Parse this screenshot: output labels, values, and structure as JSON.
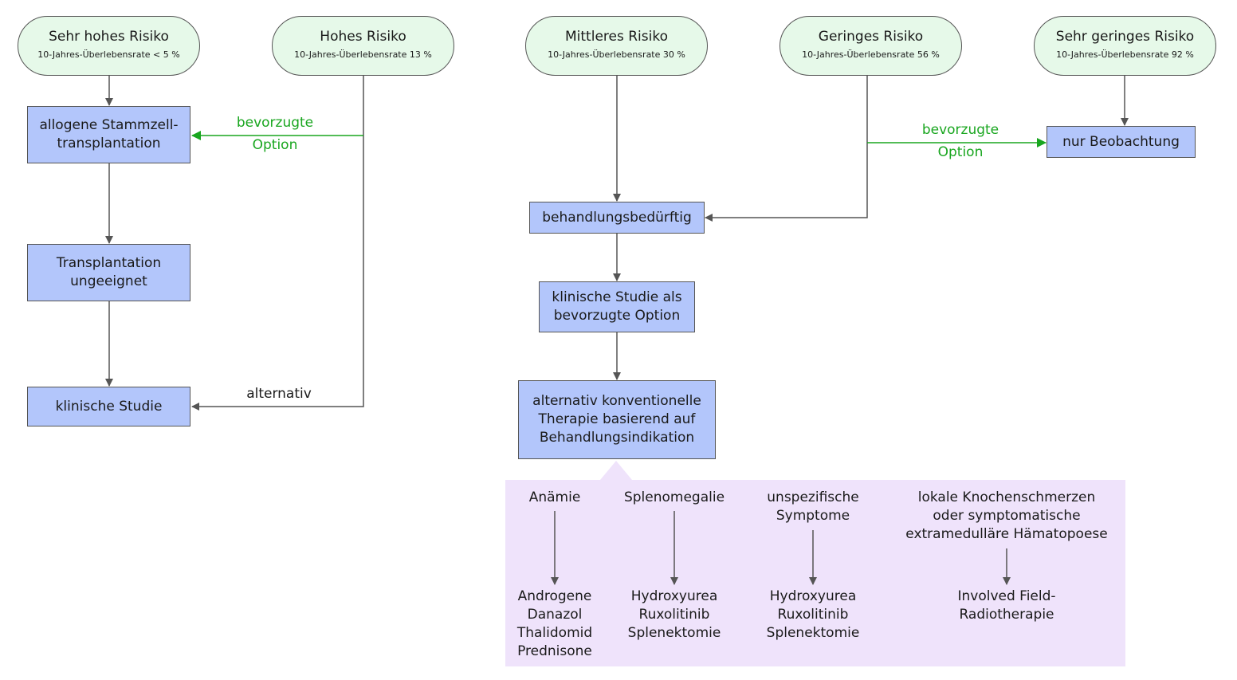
{
  "risks": [
    {
      "title": "Sehr hohes Risiko",
      "rate": "10-Jahres-Überlebensrate < 5 %"
    },
    {
      "title": "Hohes Risiko",
      "rate": "10-Jahres-Überlebensrate 13 %"
    },
    {
      "title": "Mittleres Risiko",
      "rate": "10-Jahres-Überlebensrate 30 %"
    },
    {
      "title": "Geringes Risiko",
      "rate": "10-Jahres-Überlebensrate 56 %"
    },
    {
      "title": "Sehr geringes Risiko",
      "rate": "10-Jahres-Überlebensrate 92 %"
    }
  ],
  "nodes": {
    "allo": "allogene Stammzell-\ntransplantation",
    "transplant_unfit": "Transplantation\nungeeignet",
    "clinical_trial": "klinische Studie",
    "treatment_needed": "behandlungsbedürftig",
    "trial_preferred": "klinische Studie als\nbevorzugte Option",
    "conventional": "alternativ konventionelle\nTherapie basierend auf\nBehandlungsindikation",
    "observe": "nur Beobachtung"
  },
  "edge_labels": {
    "preferred_left": "bevorzugte\nOption",
    "preferred_right": "bevorzugte\nOption",
    "alternative": "alternativ"
  },
  "indications": [
    {
      "symptom": "Anämie",
      "therapy": "Androgene\nDanazol\nThalidomid\nPrednisone"
    },
    {
      "symptom": "Splenomegalie",
      "therapy": "Hydroxyurea\nRuxolitinib\nSplenektomie"
    },
    {
      "symptom": "unspezifische\nSymptome",
      "therapy": "Hydroxyurea\nRuxolitinib\nSplenektomie"
    },
    {
      "symptom": "lokale Knochenschmerzen\noder symptomatische\nextramedulläre Hämatopoese",
      "therapy": "Involved Field-\nRadiotherapie"
    }
  ],
  "colors": {
    "pill": "#e6f9e9",
    "box": "#b3c6fb",
    "panel": "#efe3fb",
    "preferred": "#19a61f",
    "line": "#555555"
  }
}
